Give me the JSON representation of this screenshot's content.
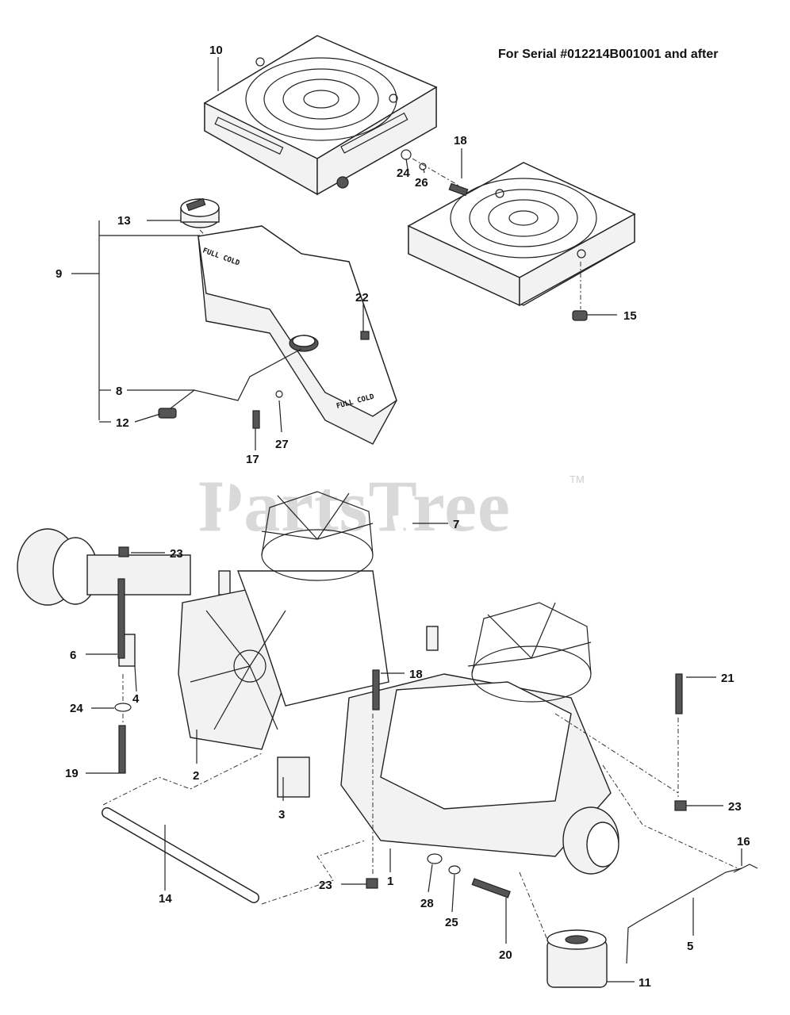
{
  "header": {
    "serial_note": "For Serial #012214B001001 and after"
  },
  "watermark": {
    "text": "PartsTree",
    "trademark": "TM"
  },
  "callouts": {
    "c1": "1",
    "c2": "2",
    "c3": "3",
    "c4": "4",
    "c5": "5",
    "c6": "6",
    "c7": "7",
    "c8": "8",
    "c9": "9",
    "c10": "10",
    "c11": "11",
    "c12": "12",
    "c13": "13",
    "c14": "14",
    "c15": "15",
    "c16": "16",
    "c17": "17",
    "c18a": "18",
    "c18b": "18",
    "c19": "19",
    "c20": "20",
    "c21": "21",
    "c22": "22",
    "c23a": "23",
    "c23b": "23",
    "c23c": "23",
    "c24a": "24",
    "c24b": "24",
    "c25": "25",
    "c26": "26",
    "c27": "27",
    "c28": "28"
  },
  "tank_labels": {
    "upper": "FULL COLD",
    "lower": "FULL COLD"
  }
}
